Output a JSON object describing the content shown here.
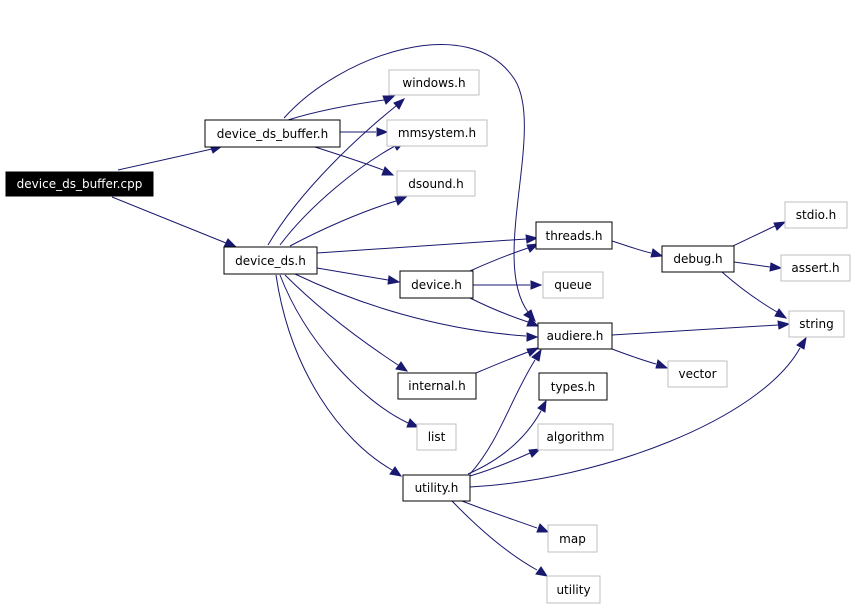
{
  "graph": {
    "nodes": {
      "device_ds_buffer_cpp": "device_ds_buffer.cpp",
      "device_ds_buffer_h": "device_ds_buffer.h",
      "windows_h": "windows.h",
      "mmsystem_h": "mmsystem.h",
      "dsound_h": "dsound.h",
      "device_ds_h": "device_ds.h",
      "threads_h": "threads.h",
      "debug_h": "debug.h",
      "stdio_h": "stdio.h",
      "assert_h": "assert.h",
      "string": "string",
      "device_h": "device.h",
      "queue": "queue",
      "audiere_h": "audiere.h",
      "vector": "vector",
      "internal_h": "internal.h",
      "types_h": "types.h",
      "algorithm": "algorithm",
      "list": "list",
      "utility_h": "utility.h",
      "map": "map",
      "utility": "utility"
    },
    "colors": {
      "edge": "#191970",
      "node_border": "#000000",
      "external_border": "#bfbfbf",
      "root_fill": "#000000",
      "root_text": "#ffffff"
    }
  }
}
